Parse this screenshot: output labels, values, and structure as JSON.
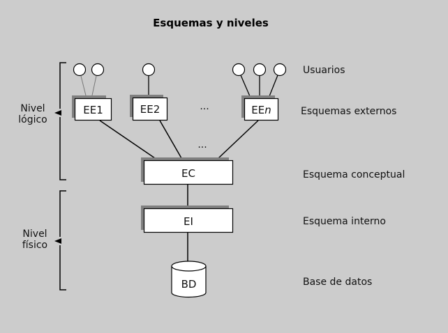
{
  "title": "Esquemas y niveles",
  "levels": {
    "logical": {
      "line1": "Nivel",
      "line2": "lógico"
    },
    "physical": {
      "line1": "Nivel",
      "line2": "físico"
    }
  },
  "row_labels": {
    "users": "Usuarios",
    "external": "Esquemas externos",
    "conceptual": "Esquema conceptual",
    "internal": "Esquema interno",
    "database": "Base de datos"
  },
  "external_schemas": [
    {
      "label": "EE1",
      "users": 2
    },
    {
      "label": "EE2",
      "users": 1
    },
    {
      "label_prefix": "EE",
      "label_suffix": "n",
      "users": 3
    }
  ],
  "ellipsis": "...",
  "conceptual_schema": "EC",
  "internal_schema": "EI",
  "database": "BD",
  "colors": {
    "background": "#cccccc",
    "box_fill": "#ffffff",
    "shadow": "#808080",
    "line": "#000000"
  }
}
